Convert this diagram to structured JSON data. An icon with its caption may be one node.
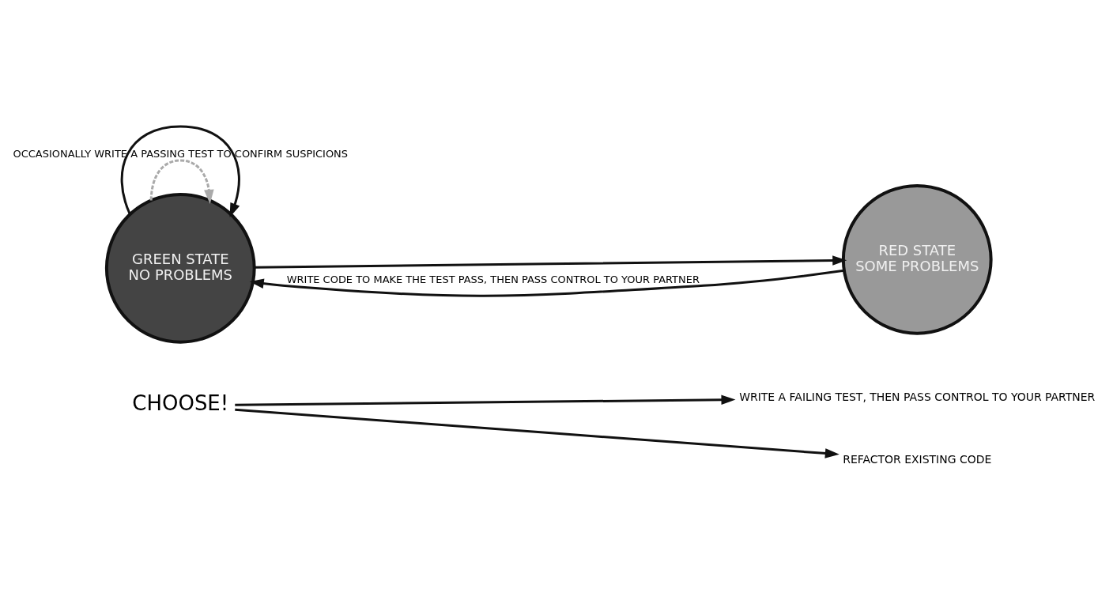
{
  "diagram": {
    "nodes": [
      {
        "text": [
          "CHOOSE!"
        ]
      },
      {
        "text": [
          "WRITE A FAILING TEST, THEN PASS CONTROL TO YOUR PARTNER"
        ]
      },
      {
        "text": [
          "GREEN STATE",
          "NO PROBLEMS"
        ]
      },
      {
        "text": [
          "RED STATE",
          "SOME PROBLEMS"
        ]
      },
      {
        "text": [
          "REFACTOR EXISTING CODE"
        ]
      }
    ],
    "edges": [
      {
        "from": 0,
        "to": 1,
        "arrow": "to"
      },
      {
        "from": 0,
        "to": 4,
        "arrow": "to"
      },
      {
        "from": 2,
        "to": 3,
        "arrow": "to"
      },
      {
        "from": 2,
        "to": 2,
        "arrow": "to",
        "label": "OCCASIONALLY WRITE A PASSING TEST TO CONFIRM SUSPICIONS",
        "style": "dashed",
        "color": "#aaaaaa"
      },
      {
        "from": 3,
        "to": 2,
        "arrow": "to",
        "label": "WRITE CODE TO MAKE THE TEST PASS, THEN PASS CONTROL TO YOUR PARTNER"
      },
      {
        "from": 2,
        "to": 2,
        "arrow": "to"
      }
    ]
  }
}
